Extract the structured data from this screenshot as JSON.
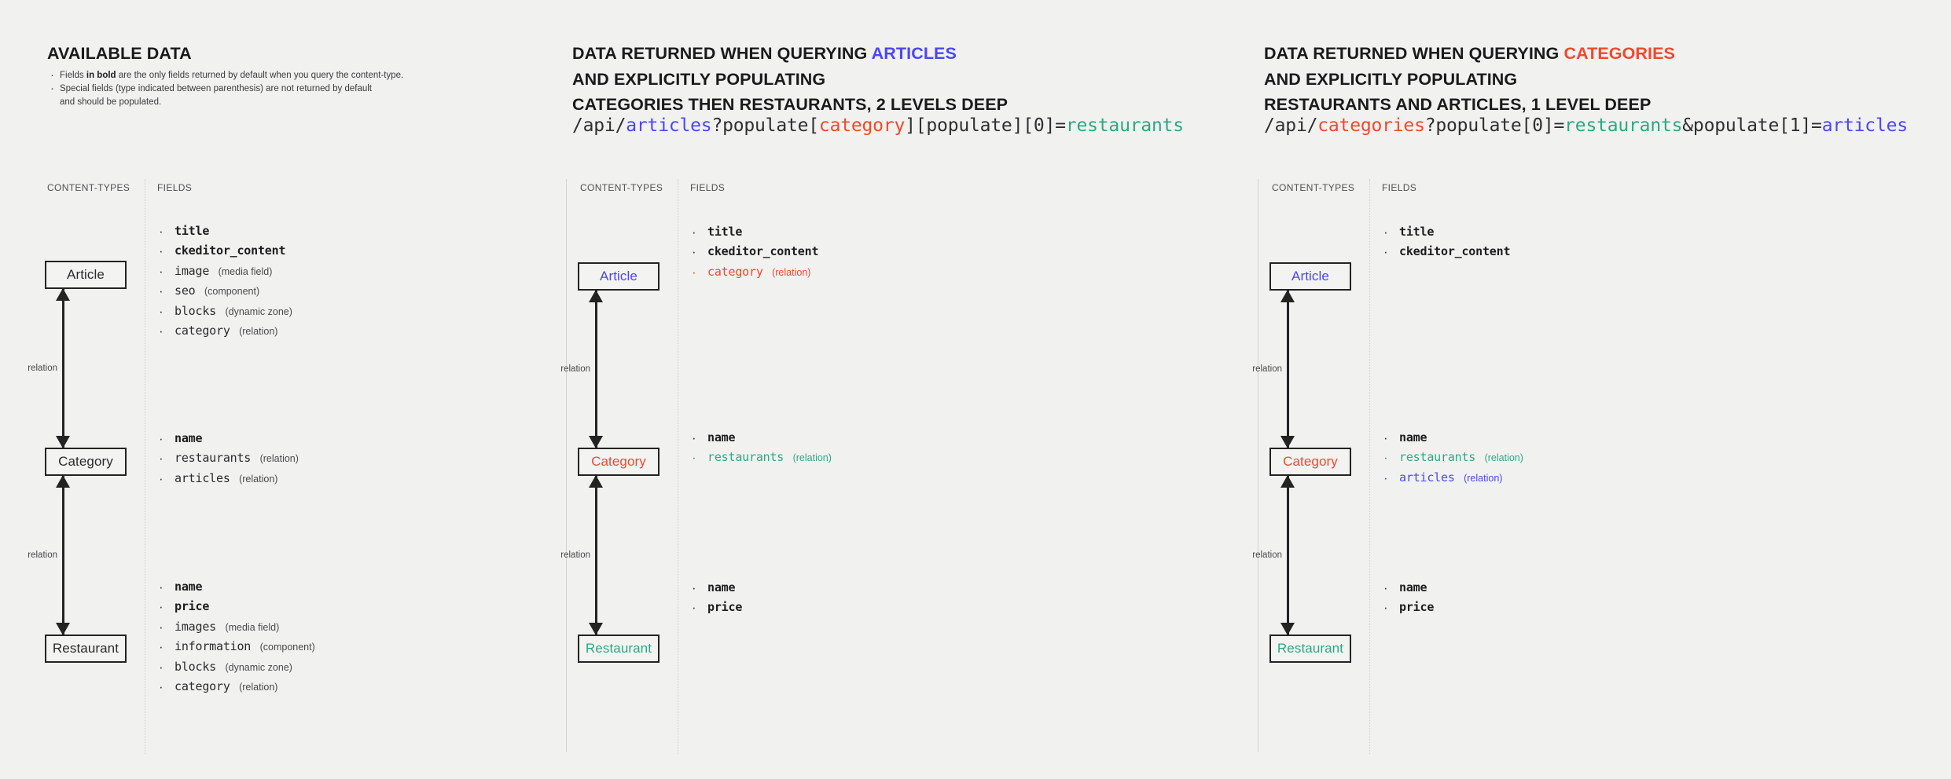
{
  "colors": {
    "background": "#f1f1f0",
    "ink": "#232323",
    "accent_blue": "#4b46f5",
    "accent_red": "#f2482a",
    "accent_teal": "#2ba983",
    "divider": "#d3d3d2"
  },
  "column_headers": {
    "content_types": "CONTENT-TYPES",
    "fields": "FIELDS"
  },
  "panels": [
    {
      "id": "available-data",
      "heading": {
        "line1_plain": "AVAILABLE DATA",
        "line1_accent": "",
        "line2": "",
        "line3": ""
      },
      "intro": [
        "Fields in bold are the only fields returned by default when you query the content-type.",
        "Special fields (type indicated between parenthesis) are not returned by default",
        "and should be populated."
      ],
      "intro_bold_fragment": "in bold",
      "query": null,
      "nodes": [
        {
          "label": "Article",
          "color": "default"
        },
        {
          "label": "Category",
          "color": "default"
        },
        {
          "label": "Restaurant",
          "color": "default"
        }
      ],
      "relations": [
        {
          "label": "relation"
        },
        {
          "label": "relation"
        }
      ],
      "field_groups": [
        {
          "owner": "Article",
          "fields": [
            {
              "name": "title",
              "type": "",
              "bold": true,
              "color": "default"
            },
            {
              "name": "ckeditor_content",
              "type": "",
              "bold": true,
              "color": "default"
            },
            {
              "name": "image",
              "type": "(media field)",
              "bold": false,
              "color": "default"
            },
            {
              "name": "seo",
              "type": "(component)",
              "bold": false,
              "color": "default"
            },
            {
              "name": "blocks",
              "type": "(dynamic zone)",
              "bold": false,
              "color": "default"
            },
            {
              "name": "category",
              "type": "(relation)",
              "bold": false,
              "color": "default"
            }
          ]
        },
        {
          "owner": "Category",
          "fields": [
            {
              "name": "name",
              "type": "",
              "bold": true,
              "color": "default"
            },
            {
              "name": "restaurants",
              "type": "(relation)",
              "bold": false,
              "color": "default"
            },
            {
              "name": "articles",
              "type": "(relation)",
              "bold": false,
              "color": "default"
            }
          ]
        },
        {
          "owner": "Restaurant",
          "fields": [
            {
              "name": "name",
              "type": "",
              "bold": true,
              "color": "default"
            },
            {
              "name": "price",
              "type": "",
              "bold": true,
              "color": "default"
            },
            {
              "name": "images",
              "type": "(media field)",
              "bold": false,
              "color": "default"
            },
            {
              "name": "information",
              "type": "(component)",
              "bold": false,
              "color": "default"
            },
            {
              "name": "blocks",
              "type": "(dynamic zone)",
              "bold": false,
              "color": "default"
            },
            {
              "name": "category",
              "type": "(relation)",
              "bold": false,
              "color": "default"
            }
          ]
        }
      ]
    },
    {
      "id": "querying-articles",
      "heading": {
        "line1_plain": "DATA RETURNED WHEN QUERYING ",
        "line1_accent": "ARTICLES",
        "line1_accent_color": "blue",
        "line2": "AND EXPLICITLY POPULATING",
        "line3": "CATEGORIES THEN RESTAURANTS, 2 LEVELS DEEP"
      },
      "intro": [],
      "query": {
        "full": "/api/articles?populate[category][populate][0]=restaurants",
        "segments": [
          {
            "text": "/api/",
            "color": "default"
          },
          {
            "text": "articles",
            "color": "blue"
          },
          {
            "text": "?populate[",
            "color": "default"
          },
          {
            "text": "category",
            "color": "red"
          },
          {
            "text": "][populate][0]=",
            "color": "default"
          },
          {
            "text": "restaurants",
            "color": "teal"
          }
        ]
      },
      "nodes": [
        {
          "label": "Article",
          "color": "blue"
        },
        {
          "label": "Category",
          "color": "red"
        },
        {
          "label": "Restaurant",
          "color": "teal"
        }
      ],
      "relations": [
        {
          "label": "relation"
        },
        {
          "label": "relation"
        }
      ],
      "field_groups": [
        {
          "owner": "Article",
          "fields": [
            {
              "name": "title",
              "type": "",
              "bold": true,
              "color": "default"
            },
            {
              "name": "ckeditor_content",
              "type": "",
              "bold": true,
              "color": "default"
            },
            {
              "name": "category",
              "type": "(relation)",
              "bold": false,
              "color": "red"
            }
          ]
        },
        {
          "owner": "Category",
          "fields": [
            {
              "name": "name",
              "type": "",
              "bold": true,
              "color": "default"
            },
            {
              "name": "restaurants",
              "type": "(relation)",
              "bold": false,
              "color": "teal"
            }
          ]
        },
        {
          "owner": "Restaurant",
          "fields": [
            {
              "name": "name",
              "type": "",
              "bold": true,
              "color": "default"
            },
            {
              "name": "price",
              "type": "",
              "bold": true,
              "color": "default"
            }
          ]
        }
      ]
    },
    {
      "id": "querying-categories",
      "heading": {
        "line1_plain": "DATA RETURNED WHEN QUERYING ",
        "line1_accent": "CATEGORIES",
        "line1_accent_color": "red",
        "line2": "AND EXPLICITLY POPULATING",
        "line3": "RESTAURANTS AND ARTICLES, 1 LEVEL DEEP"
      },
      "intro": [],
      "query": {
        "full": "/api/categories?populate[0]=restaurants&populate[1]=articles",
        "segments": [
          {
            "text": "/api/",
            "color": "default"
          },
          {
            "text": "categories",
            "color": "red"
          },
          {
            "text": "?populate[0]=",
            "color": "default"
          },
          {
            "text": "restaurants",
            "color": "teal"
          },
          {
            "text": "&populate[1]=",
            "color": "default"
          },
          {
            "text": "articles",
            "color": "blue"
          }
        ]
      },
      "nodes": [
        {
          "label": "Article",
          "color": "blue"
        },
        {
          "label": "Category",
          "color": "red"
        },
        {
          "label": "Restaurant",
          "color": "teal"
        }
      ],
      "relations": [
        {
          "label": "relation"
        },
        {
          "label": "relation"
        }
      ],
      "field_groups": [
        {
          "owner": "Article",
          "fields": [
            {
              "name": "title",
              "type": "",
              "bold": true,
              "color": "default"
            },
            {
              "name": "ckeditor_content",
              "type": "",
              "bold": true,
              "color": "default"
            }
          ]
        },
        {
          "owner": "Category",
          "fields": [
            {
              "name": "name",
              "type": "",
              "bold": true,
              "color": "default"
            },
            {
              "name": "restaurants",
              "type": "(relation)",
              "bold": false,
              "color": "teal"
            },
            {
              "name": "articles",
              "type": "(relation)",
              "bold": false,
              "color": "blue"
            }
          ]
        },
        {
          "owner": "Restaurant",
          "fields": [
            {
              "name": "name",
              "type": "",
              "bold": true,
              "color": "default"
            },
            {
              "name": "price",
              "type": "",
              "bold": true,
              "color": "default"
            }
          ]
        }
      ]
    }
  ]
}
